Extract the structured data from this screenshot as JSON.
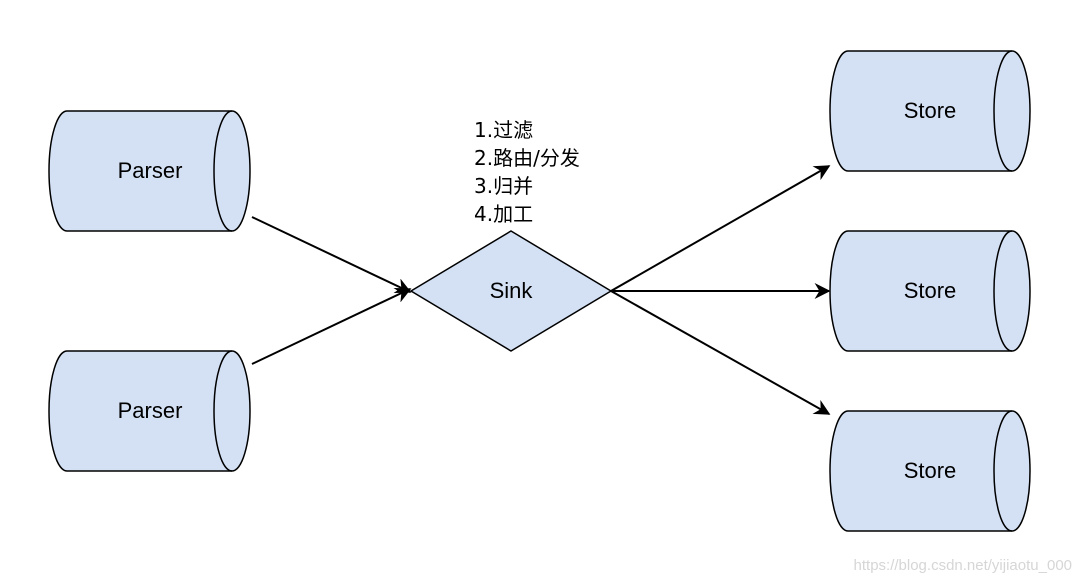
{
  "colors": {
    "node_fill": "#d4e1f5",
    "stroke": "#000000",
    "watermark": "#d6d6d6"
  },
  "nodes": {
    "parser_top": {
      "label": "Parser",
      "shape": "cylinder"
    },
    "parser_bottom": {
      "label": "Parser",
      "shape": "cylinder"
    },
    "sink": {
      "label": "Sink",
      "shape": "diamond"
    },
    "store_top": {
      "label": "Store",
      "shape": "cylinder"
    },
    "store_middle": {
      "label": "Store",
      "shape": "cylinder"
    },
    "store_bottom": {
      "label": "Store",
      "shape": "cylinder"
    }
  },
  "sink_note": [
    "1.过滤",
    "2.路由/分发",
    "3.归并",
    "4.加工"
  ],
  "edges": [
    {
      "from": "parser_top",
      "to": "sink"
    },
    {
      "from": "parser_bottom",
      "to": "sink"
    },
    {
      "from": "sink",
      "to": "store_top"
    },
    {
      "from": "sink",
      "to": "store_middle"
    },
    {
      "from": "sink",
      "to": "store_bottom"
    }
  ],
  "watermark": "https://blog.csdn.net/yijiaotu_000"
}
